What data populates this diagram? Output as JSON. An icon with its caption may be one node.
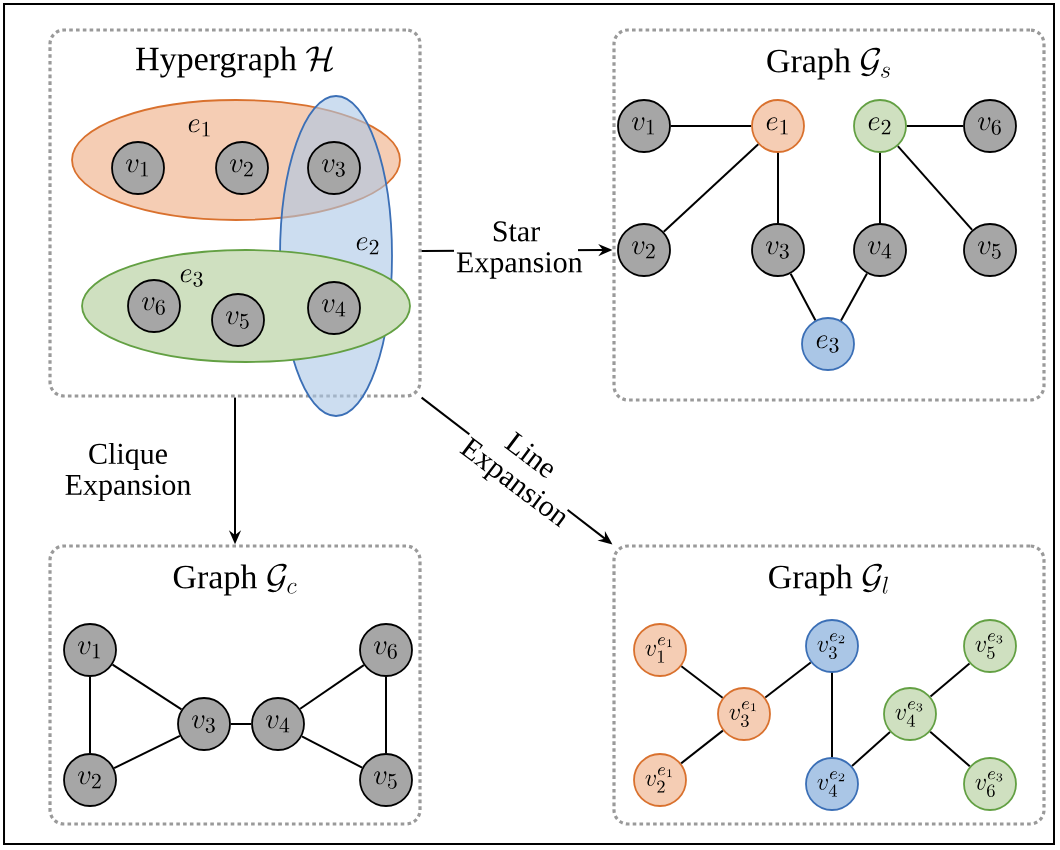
{
  "diagram": {
    "nodes": [
      {
        "text": [
          "\\text{Hypergraph } \\mathcal{H}"
        ]
      },
      {
        "text": [
          "\\text{Graph } \\mathcal{G}_s"
        ]
      },
      {
        "text": [
          "\\text{Graph } \\mathcal{G}_c"
        ]
      },
      {
        "text": [
          "\\text{Graph } \\mathcal{G}_l"
        ]
      },
      {
        "text": [
          "e_1"
        ],
        "in": 0
      },
      {
        "text": [
          "e_2"
        ]
      },
      {
        "text": [
          "e_3"
        ],
        "in": 0
      },
      {
        "text": [
          "v_1"
        ],
        "in": 4
      },
      {
        "text": [
          "v_2"
        ],
        "in": 4
      },
      {
        "text": [
          "v_3"
        ]
      },
      {
        "text": [
          "v_4"
        ]
      },
      {
        "text": [
          "v_5"
        ],
        "in": 6
      },
      {
        "text": [
          "v_6"
        ],
        "in": 6
      },
      {
        "text": [
          "v_1"
        ],
        "in": 1
      },
      {
        "text": [
          "e_1"
        ],
        "in": 1
      },
      {
        "text": [
          "e_2"
        ],
        "in": 1
      },
      {
        "text": [
          "v_6"
        ],
        "in": 1
      },
      {
        "text": [
          "v_2"
        ],
        "in": 1
      },
      {
        "text": [
          "v_3"
        ],
        "in": 1
      },
      {
        "text": [
          "v_4"
        ],
        "in": 1
      },
      {
        "text": [
          "v_5"
        ],
        "in": 1
      },
      {
        "text": [
          "e_3"
        ],
        "in": 1
      },
      {
        "text": [
          "v_1"
        ],
        "in": 2
      },
      {
        "text": [
          "v_6"
        ],
        "in": 2
      },
      {
        "text": [
          "v_3"
        ],
        "in": 2
      },
      {
        "text": [
          "v_4"
        ],
        "in": 2
      },
      {
        "text": [
          "v_2"
        ],
        "in": 2
      },
      {
        "text": [
          "v_5"
        ],
        "in": 2
      },
      {
        "text": [
          "v_1^{e_1}"
        ],
        "in": 3
      },
      {
        "text": [
          "v_3^{e_2}"
        ],
        "in": 3
      },
      {
        "text": [
          "v_5^{e_3}"
        ],
        "in": 3
      },
      {
        "text": [
          "v_3^{e_1}"
        ],
        "in": 3
      },
      {
        "text": [
          "v_4^{e_3}"
        ],
        "in": 3
      },
      {
        "text": [
          "v_2^{e_1}"
        ],
        "in": 3
      },
      {
        "text": [
          "v_4^{e_2}"
        ],
        "in": 3
      },
      {
        "text": [
          "v_6^{e_3}"
        ],
        "in": 3
      }
    ],
    "edges": [
      {
        "from": 0,
        "to": 1,
        "arrow": "to",
        "label": "Star Expansion"
      },
      {
        "from": 0,
        "to": 2,
        "arrow": "to",
        "label": "Clique Expansion"
      },
      {
        "from": 0,
        "to": 3,
        "arrow": "to",
        "label": "Line Expansion"
      },
      {
        "from": 13,
        "to": 14,
        "arrow": "none"
      },
      {
        "from": 17,
        "to": 14,
        "arrow": "none"
      },
      {
        "from": 18,
        "to": 14,
        "arrow": "none"
      },
      {
        "from": 15,
        "to": 16,
        "arrow": "none"
      },
      {
        "from": 15,
        "to": 19,
        "arrow": "none"
      },
      {
        "from": 15,
        "to": 20,
        "arrow": "none"
      },
      {
        "from": 18,
        "to": 21,
        "arrow": "none"
      },
      {
        "from": 19,
        "to": 21,
        "arrow": "none"
      },
      {
        "from": 22,
        "to": 26,
        "arrow": "none"
      },
      {
        "from": 22,
        "to": 24,
        "arrow": "none"
      },
      {
        "from": 26,
        "to": 24,
        "arrow": "none"
      },
      {
        "from": 24,
        "to": 25,
        "arrow": "none"
      },
      {
        "from": 25,
        "to": 23,
        "arrow": "none"
      },
      {
        "from": 25,
        "to": 27,
        "arrow": "none"
      },
      {
        "from": 23,
        "to": 27,
        "arrow": "none"
      },
      {
        "from": 28,
        "to": 31,
        "arrow": "none"
      },
      {
        "from": 33,
        "to": 31,
        "arrow": "none"
      },
      {
        "from": 31,
        "to": 29,
        "arrow": "none"
      },
      {
        "from": 29,
        "to": 34,
        "arrow": "none"
      },
      {
        "from": 34,
        "to": 32,
        "arrow": "none"
      },
      {
        "from": 32,
        "to": 30,
        "arrow": "none"
      },
      {
        "from": 32,
        "to": 35,
        "arrow": "none"
      }
    ]
  }
}
